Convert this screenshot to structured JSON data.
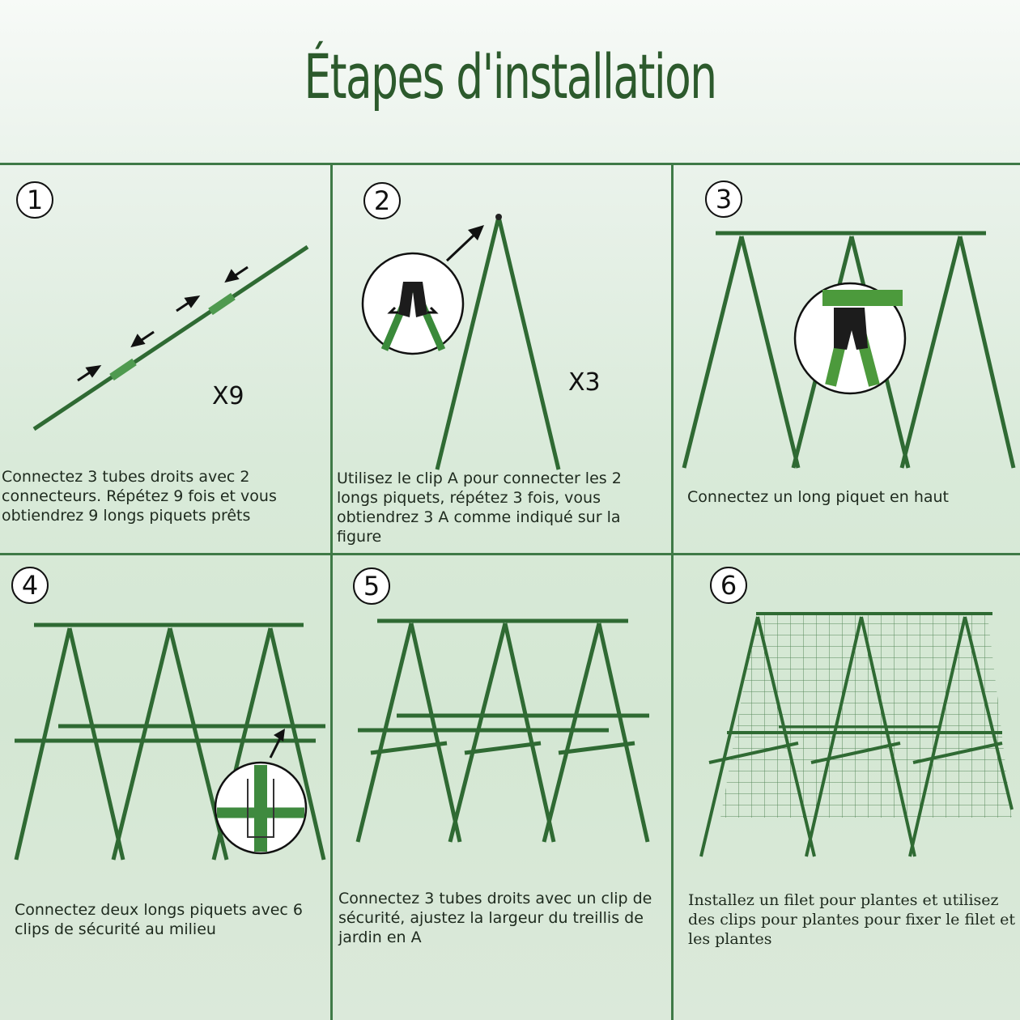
{
  "title": "Étapes d'installation",
  "steps": [
    {
      "number": "1",
      "multiplier": "X9",
      "caption": "Connectez 3 tubes droits avec 2 connecteurs. Répétez 9 fois et vous obtiendrez 9 longs piquets prêts"
    },
    {
      "number": "2",
      "multiplier": "X3",
      "caption": "Utilisez le clip A pour connecter les 2 longs piquets, répétez 3 fois, vous obtiendrez 3 A comme indiqué sur la figure"
    },
    {
      "number": "3",
      "caption": "Connectez un long piquet en haut"
    },
    {
      "number": "4",
      "caption": "Connectez deux longs piquets avec 6 clips de sécurité au milieu"
    },
    {
      "number": "5",
      "caption": "Connectez 3 tubes droits avec un clip de sécurité, ajustez la largeur du treillis de jardin en A"
    },
    {
      "number": "6",
      "caption": "Installez un filet pour plantes et utilisez des clips pour plantes pour fixer le filet et les plantes"
    }
  ],
  "colors": {
    "title": "#2c5a2c",
    "grid": "#3f7a47",
    "stake": "#2f6a33"
  }
}
